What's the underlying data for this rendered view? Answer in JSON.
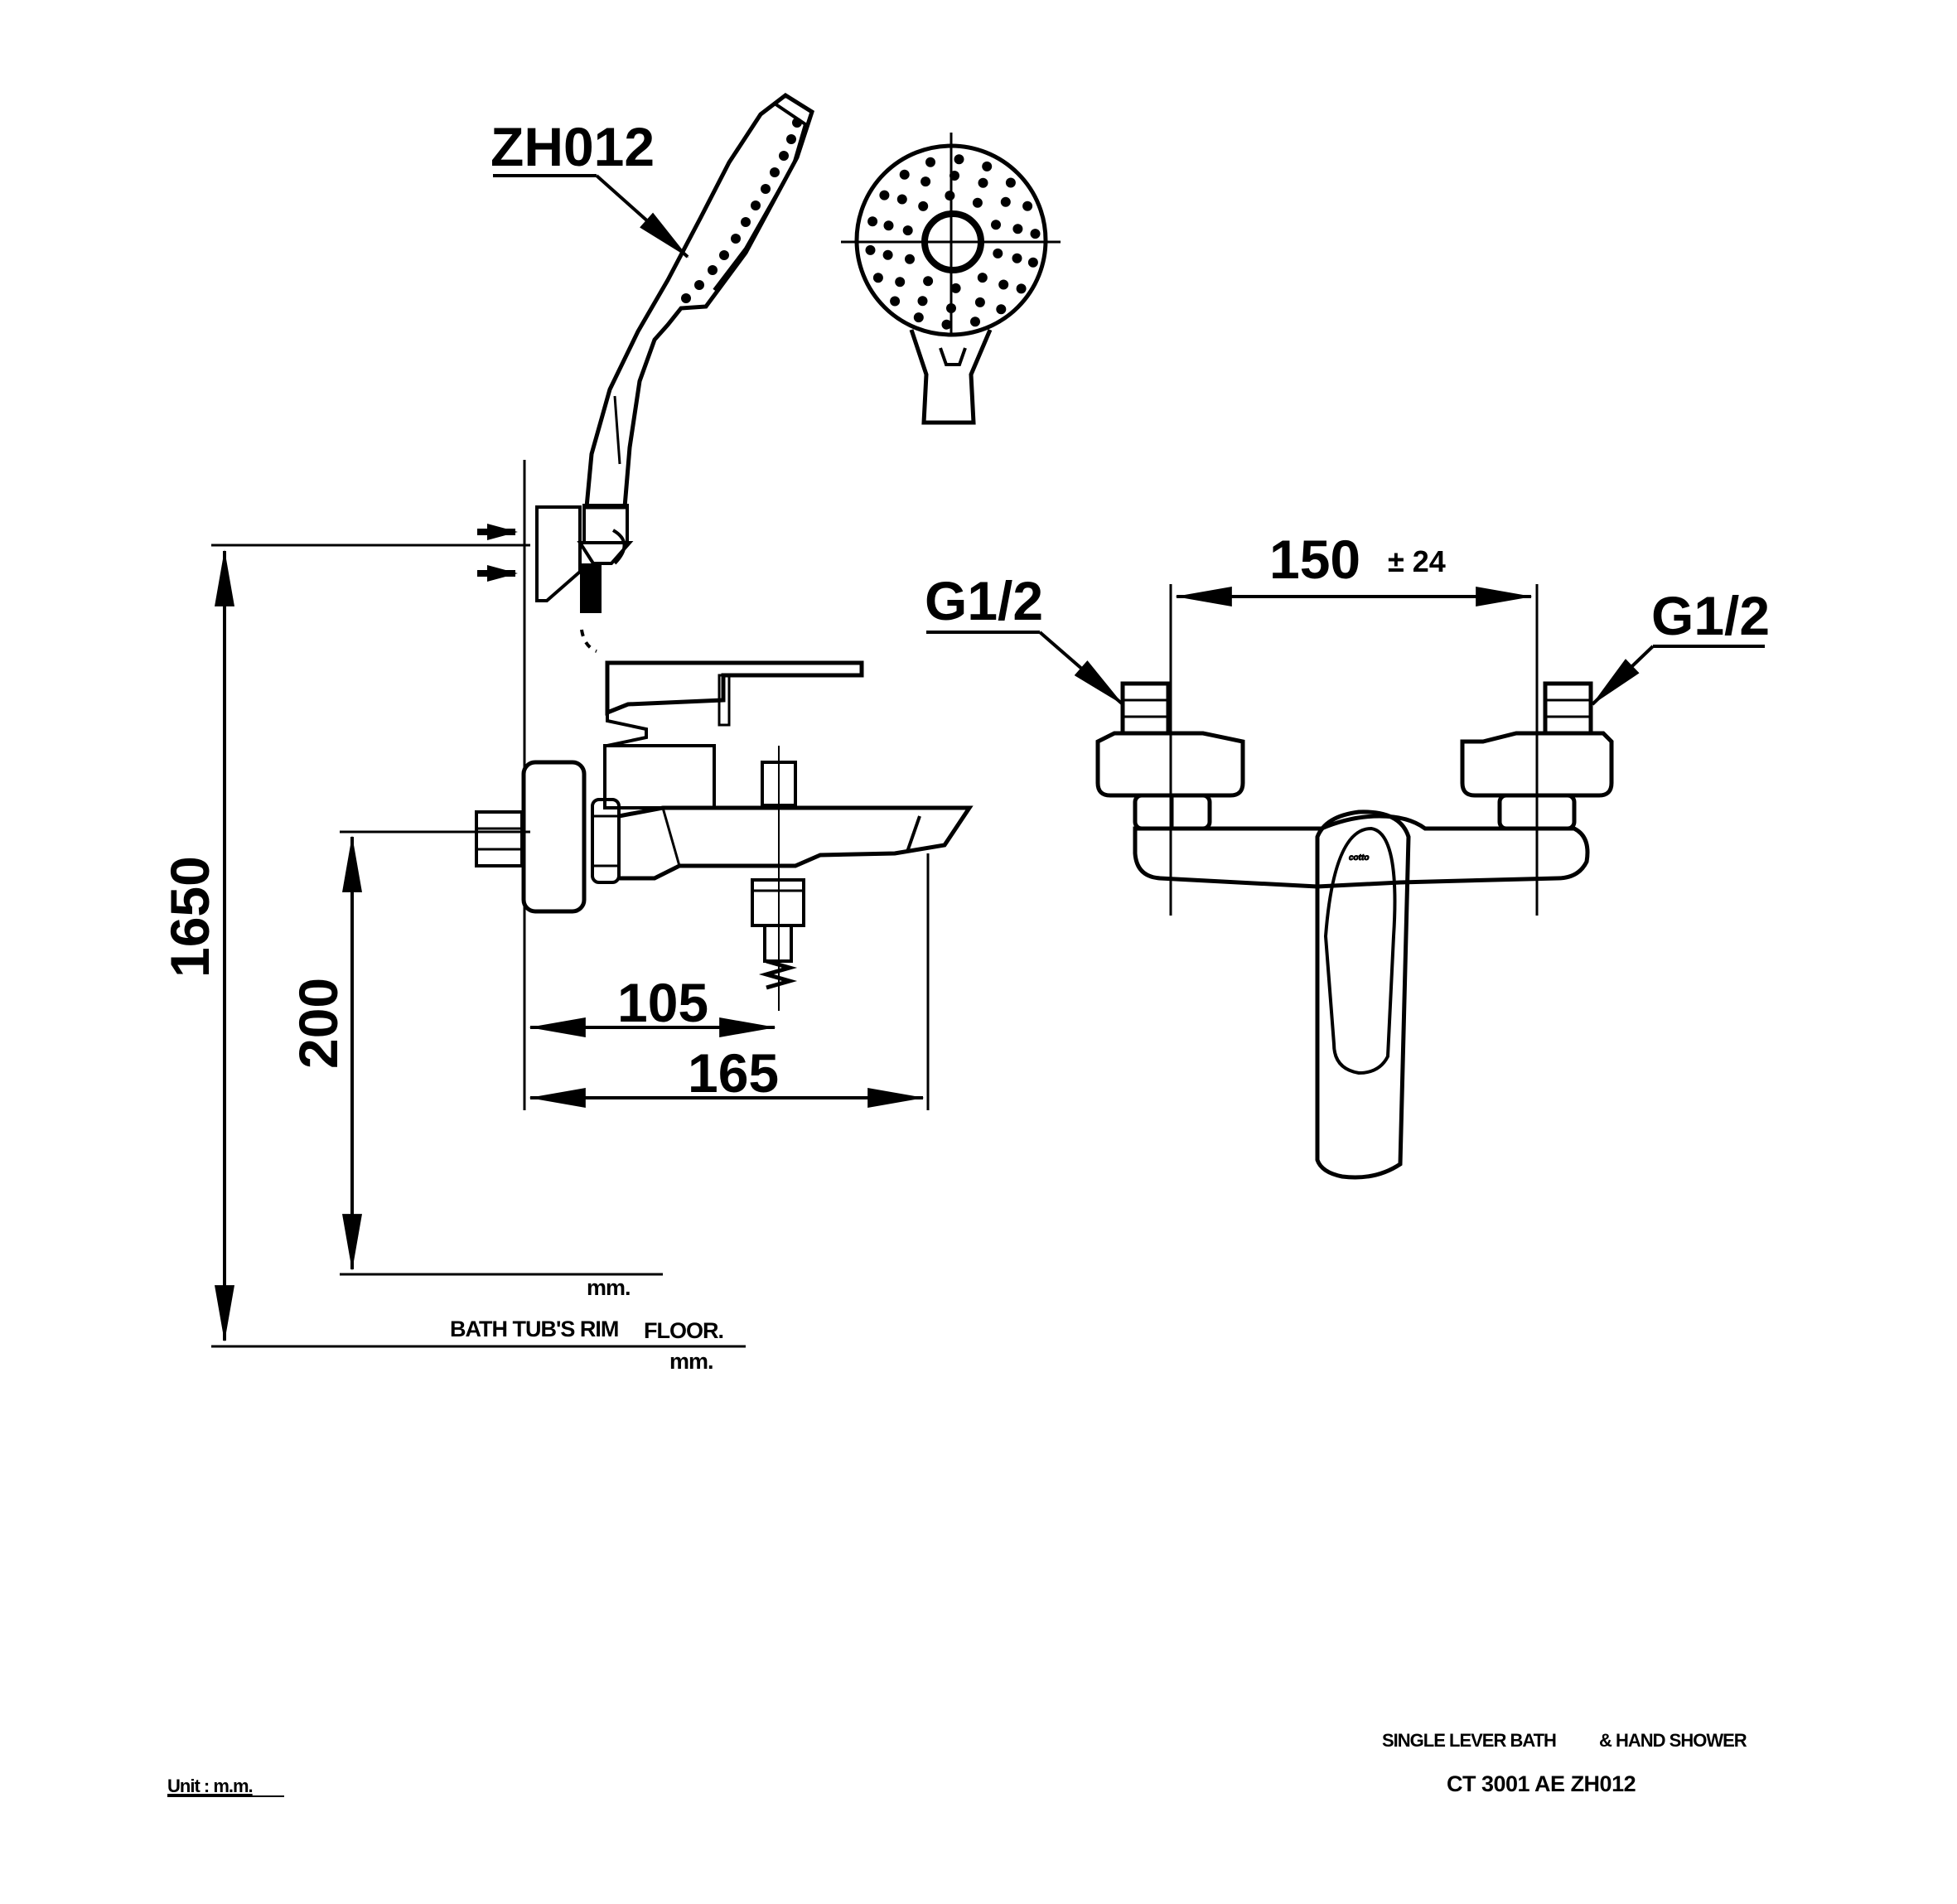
{
  "labels": {
    "model_callout": "ZH012",
    "inlet_left": "G1/2",
    "inlet_right": "G1/2"
  },
  "dimensions": {
    "height_floor": "1650",
    "height_rim": "200",
    "projection_outlet": "105",
    "projection_spout": "165",
    "centers": "150",
    "centers_tolerance": "± 24"
  },
  "references": {
    "rim_label": "BATH TUB'S RIM",
    "rim_unit": "mm.",
    "floor_label": "FLOOR.",
    "floor_unit": "mm."
  },
  "footer": {
    "unit": "Unit : m.m.",
    "title_part1": "SINGLE LEVER BATH",
    "title_part2": "& HAND SHOWER",
    "model_code": "CT 3001 AE ZH012"
  },
  "handle_logo": "cotto"
}
